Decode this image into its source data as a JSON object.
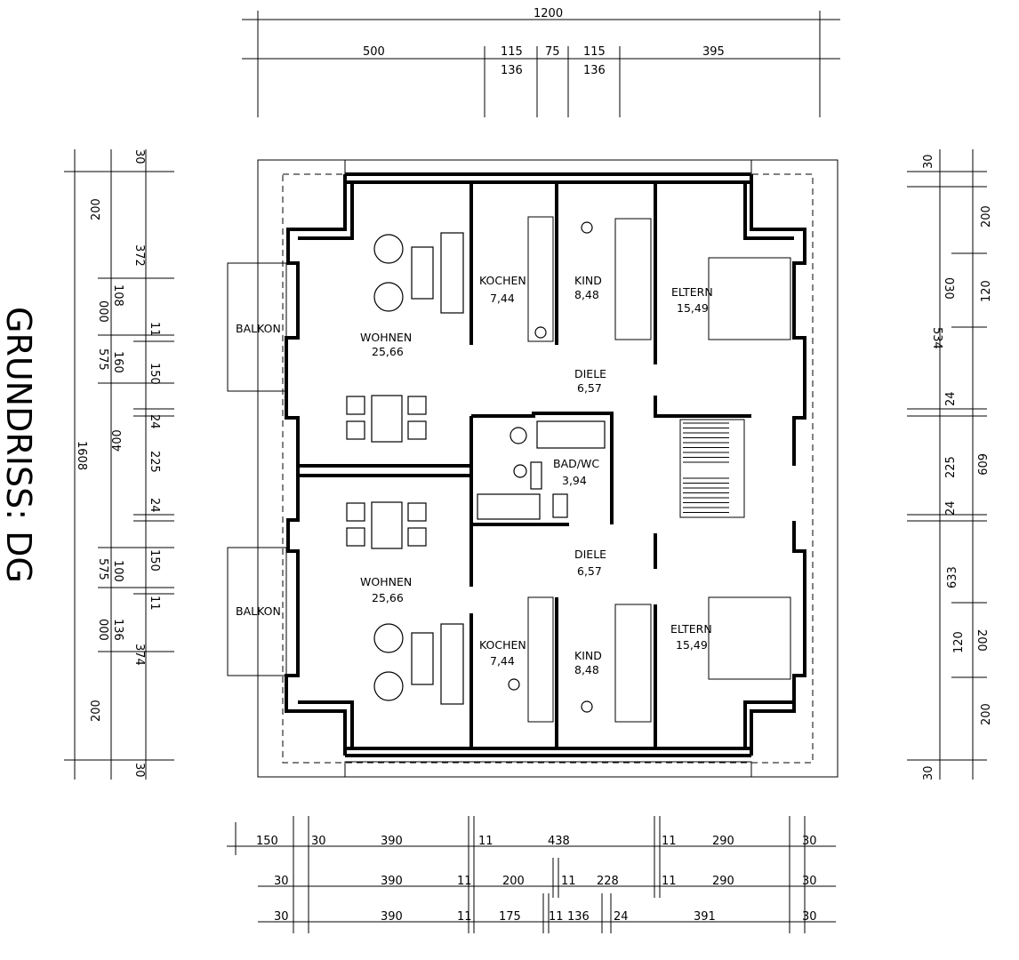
{
  "title": "GRUNDRISS: DG",
  "top_dims": {
    "total": "1200",
    "segments": [
      "500",
      "115",
      "75",
      "115",
      "395"
    ],
    "sub": [
      "136",
      "136"
    ]
  },
  "left_dims": {
    "outer": [
      "200",
      "000",
      "575",
      "400",
      "575",
      "000",
      "200"
    ],
    "total": "1608",
    "inner": [
      "30",
      "372",
      "108",
      "11",
      "160",
      "150",
      "24",
      "225",
      "24",
      "150",
      "100",
      "11",
      "136",
      "374",
      "30"
    ]
  },
  "right_dims": {
    "outer": [
      "200",
      "120",
      "609",
      "120",
      "200"
    ],
    "mid": [
      "534",
      "633"
    ],
    "inner": [
      "30",
      "030",
      "24",
      "225",
      "24",
      "200",
      "30"
    ]
  },
  "bottom_dims": {
    "row1": [
      "150",
      "30",
      "390",
      "11",
      "438",
      "11",
      "290",
      "30"
    ],
    "row2": [
      "30",
      "390",
      "11",
      "200",
      "11",
      "228",
      "11",
      "290",
      "30"
    ],
    "row3": [
      "30",
      "390",
      "11",
      "175",
      "11",
      "136",
      "24",
      "391",
      "30"
    ]
  },
  "rooms": {
    "balkon_top": "BALKON",
    "balkon_bottom": "BALKON",
    "wohnen_top": {
      "name": "WOHNEN",
      "area": "25,66"
    },
    "wohnen_bottom": {
      "name": "WOHNEN",
      "area": "25,66"
    },
    "kochen_top": {
      "name": "KOCHEN",
      "area": "7,44"
    },
    "kochen_bottom": {
      "name": "KOCHEN",
      "area": "7,44"
    },
    "kind_top": {
      "name": "KIND",
      "area": "8,48"
    },
    "kind_bottom": {
      "name": "KIND",
      "area": "8,48"
    },
    "eltern_top": {
      "name": "ELTERN",
      "area": "15,49"
    },
    "eltern_bottom": {
      "name": "ELTERN",
      "area": "15,49"
    },
    "diele_top": {
      "name": "DIELE",
      "area": "6,57"
    },
    "diele_bottom": {
      "name": "DIELE",
      "area": "6,57"
    },
    "bad": {
      "name": "BAD/WC",
      "area": "3,94"
    }
  }
}
